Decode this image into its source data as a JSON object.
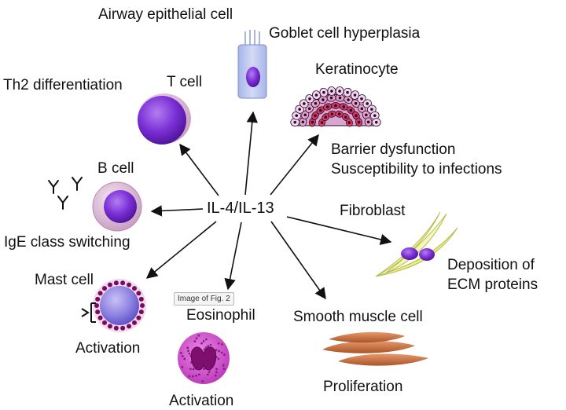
{
  "center_label": "IL-4/IL-13",
  "cells": [
    {
      "id": "airway",
      "name": "Airway epithelial cell",
      "effects": [
        "Goblet cell hyperplasia"
      ]
    },
    {
      "id": "keratinocyte",
      "name": "Keratinocyte",
      "effects": [
        "Barrier dysfunction",
        "Susceptibility to infections"
      ]
    },
    {
      "id": "fibroblast",
      "name": "Fibroblast",
      "effects": [
        "Deposition of",
        "ECM proteins"
      ]
    },
    {
      "id": "smooth",
      "name": "Smooth muscle cell",
      "effects": [
        "Proliferation"
      ]
    },
    {
      "id": "eosinophil",
      "name": "Eosinophil",
      "effects": [
        "Activation"
      ]
    },
    {
      "id": "mast",
      "name": "Mast cell",
      "effects": [
        "Activation"
      ]
    },
    {
      "id": "bcell",
      "name": "B cell",
      "effects": [
        "IgE class switching"
      ]
    },
    {
      "id": "tcell",
      "name": "T cell",
      "effects": [
        "Th2 differentiation"
      ]
    }
  ],
  "overlay_badge": "Image of Fig. 2",
  "colors": {
    "purple": "#7a2fd0",
    "membrane": "#c9a1c4",
    "epithelial": "#b9c5ee",
    "fibroblast": "#eef29a",
    "muscle": "#c8703f",
    "eosinophil": "#cf3fcf"
  }
}
